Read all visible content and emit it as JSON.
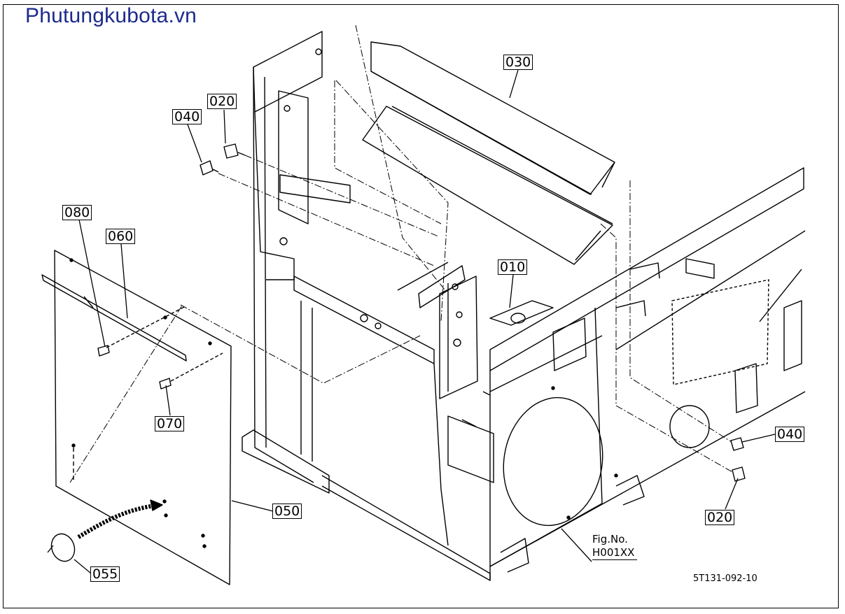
{
  "watermark": "Phutungkubota.vn",
  "callouts": {
    "p030": "030",
    "p020_top": "020",
    "p040_top": "040",
    "p080": "080",
    "p060": "060",
    "p010": "010",
    "p070": "070",
    "p040_right": "040",
    "p020_right": "020",
    "p050": "050",
    "p055": "055"
  },
  "figure": {
    "label": "Fig.No.",
    "code": "H001XX"
  },
  "drawing_code": "5T131-092-10"
}
